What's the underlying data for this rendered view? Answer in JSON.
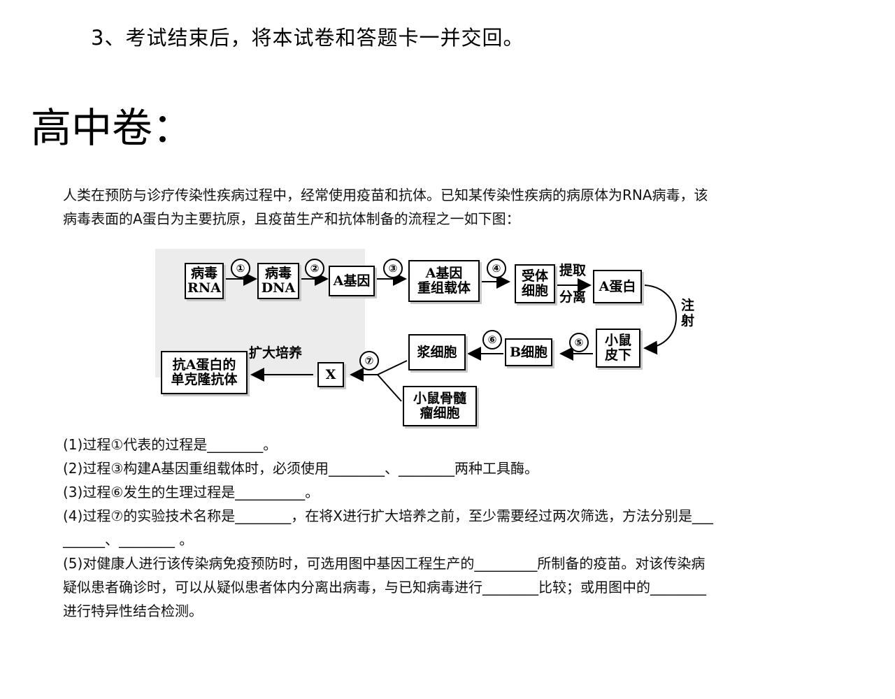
{
  "notice": "3、考试结束后，将本试卷和答题卡一并交回。",
  "section_title": "高中卷：",
  "intro": [
    "人类在预防与诊疗传染性疾病过程中，经常使用疫苗和抗体。已知某传染性疾病的病原体为RNA病毒，该",
    "病毒表面的A蛋白为主要抗原，且疫苗生产和抗体制备的流程之一如下图："
  ],
  "diagram": {
    "nodes": {
      "virus_rna": "病毒\nRNA",
      "virus_dna": "病毒\nDNA",
      "a_gene": "A基因",
      "recombinant_vector": "A基因\n重组载体",
      "recipient_cell": "受体\n细胞",
      "a_protein": "A蛋白",
      "mouse_skin": "小鼠\n皮下",
      "b_cell": "B细胞",
      "plasma_cell": "浆细胞",
      "myeloma_cell": "小鼠骨髓\n瘤细胞",
      "x": "X",
      "monoclonal_antibody": "抗A蛋白的\n单克隆抗体"
    },
    "steps": [
      "①",
      "②",
      "③",
      "④",
      "⑤",
      "⑥",
      "⑦"
    ],
    "labels": {
      "extract": "提取",
      "separate": "分离",
      "inject": "注射",
      "expand_culture": "扩大培养"
    }
  },
  "questions": [
    "(1)过程①代表的过程是________。",
    "(2)过程③构建A基因重组载体时，必须使用________、________两种工具酶。",
    "(3)过程⑥发生的生理过程是__________。",
    "(4)过程⑦的实验技术名称是________，在将X进行扩大培养之前，至少需要经过两次筛选，方法分别是___",
    "______、________ 。",
    "(5)对健康人进行该传染病免疫预防时，可选用图中基因工程生产的_________所制备的疫苗。对该传染病",
    "疑似患者确诊时，可以从疑似患者体内分离出病毒，与已知病毒进行________比较；或用图中的________",
    "进行特异性结合检测。"
  ]
}
